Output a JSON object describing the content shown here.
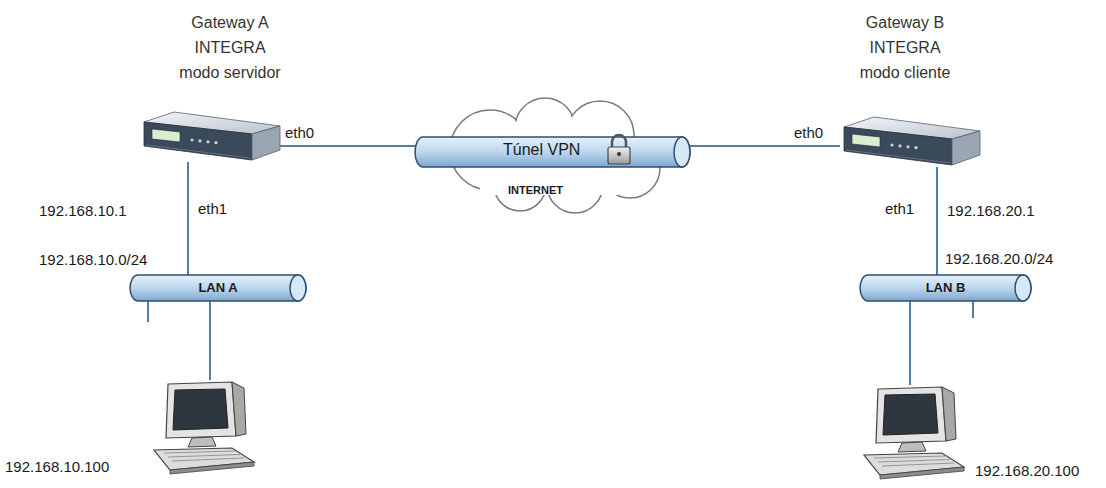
{
  "diagram": {
    "nodes": [
      {
        "text": [
          "Gateway A INTEGRA modo servidor"
        ]
      },
      {
        "text": [
          "Túnel VPN",
          "INTERNET"
        ]
      },
      {
        "text": [
          "Gateway B INTEGRA modo cliente"
        ]
      },
      {
        "text": [
          "LAN A"
        ]
      },
      {
        "text": [
          "192.168.10.100"
        ]
      },
      {
        "text": [
          "LAN B"
        ]
      },
      {
        "text": [
          "192.168.20.100"
        ]
      }
    ],
    "edges": [
      {
        "from": 0,
        "to": 1,
        "label": "eth0",
        "arrow": "none"
      },
      {
        "from": 2,
        "to": 1,
        "label": "eth0",
        "arrow": "none"
      },
      {
        "from": 0,
        "to": 3,
        "label": "eth1",
        "arrow": "none"
      },
      {
        "from": 3,
        "to": 4,
        "arrow": "none"
      },
      {
        "from": 2,
        "to": 5,
        "label": "eth1",
        "arrow": "none"
      },
      {
        "from": 5,
        "to": 6,
        "arrow": "none"
      }
    ],
    "labels": [
      "192.168.10.1",
      "192.168.10.0/24",
      "192.168.20.1",
      "192.168.20.0/24"
    ]
  }
}
